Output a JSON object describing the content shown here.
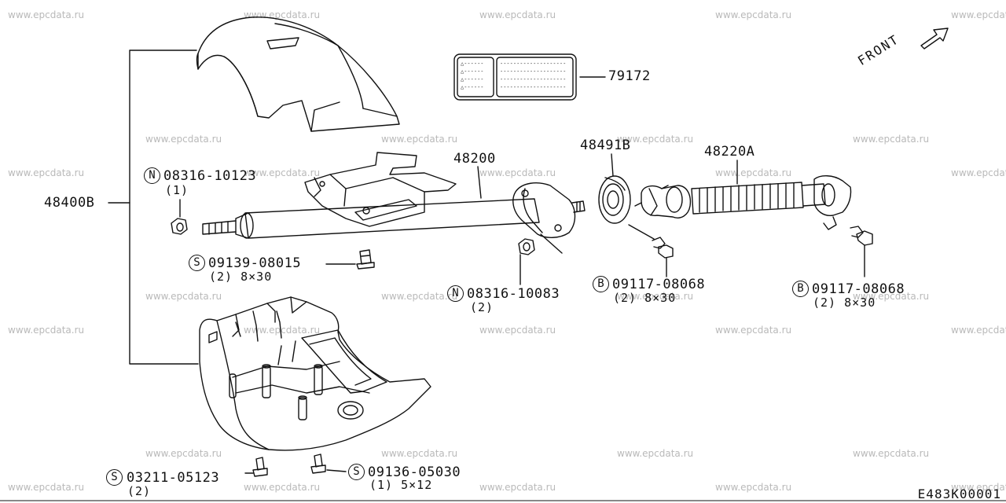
{
  "watermark": "www.epcdata.ru",
  "orientation_label": "FRONT",
  "diagram_code": "E483K00001",
  "labels": {
    "assembly_cover": "48400B",
    "column": "48200",
    "label_sticker": "79172",
    "seal": "48491B",
    "joint": "48220A"
  },
  "fasteners": {
    "nut_upper": {
      "prefix": "N",
      "part": "08316-10123",
      "qty": "(1)"
    },
    "screw_mid": {
      "prefix": "S",
      "part": "09139-08015",
      "qty": "(2) 8×30"
    },
    "nut_lower": {
      "prefix": "N",
      "part": "08316-10083",
      "qty": "(2)"
    },
    "bolt_joint": {
      "prefix": "B",
      "part": "09117-08068",
      "qty": "(2) 8×30"
    },
    "bolt_right": {
      "prefix": "B",
      "part": "09117-08068",
      "qty": "(2) 8×30"
    },
    "screw_cover": {
      "prefix": "S",
      "part": "03211-05123",
      "qty": "(2)"
    },
    "screw_cover2": {
      "prefix": "S",
      "part": "09136-05030",
      "qty": "(1) 5×12"
    }
  }
}
